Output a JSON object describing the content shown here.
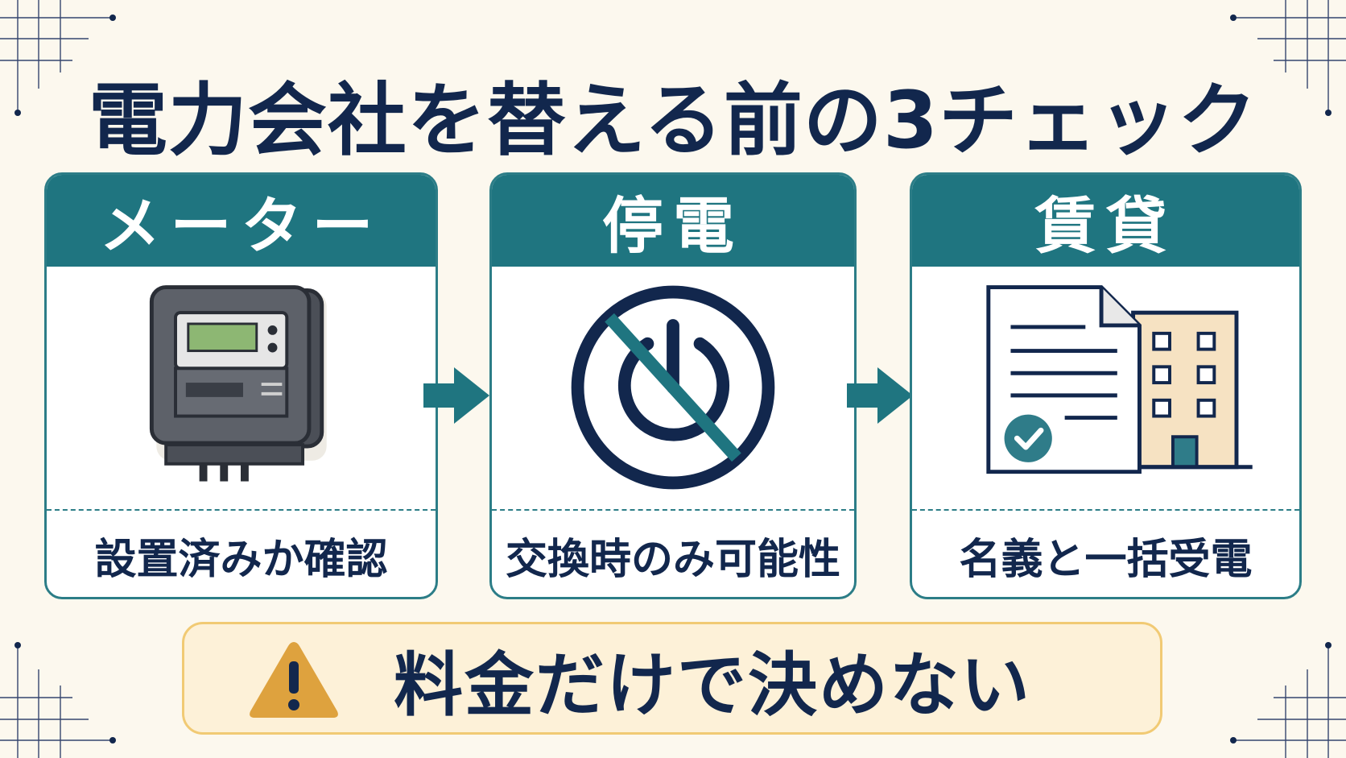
{
  "title": "電力会社を替える前の3チェック",
  "cards": [
    {
      "heading": "メーター",
      "icon": "electric-meter-icon",
      "caption": "設置済みか確認"
    },
    {
      "heading": "停電",
      "icon": "no-power-icon",
      "caption": "交換時のみ可能性"
    },
    {
      "heading": "賃貸",
      "icon": "lease-document-building-icon",
      "caption": "名義と一括受電"
    }
  ],
  "warning": {
    "icon": "warning-triangle-icon",
    "text": "料金だけで決めない"
  },
  "colors": {
    "navy": "#12274d",
    "teal": "#1f7580",
    "background": "#fcf8ee",
    "warning_bg": "#fdf1d8",
    "warning_border": "#f1ca74",
    "warning_icon": "#dea23e"
  }
}
